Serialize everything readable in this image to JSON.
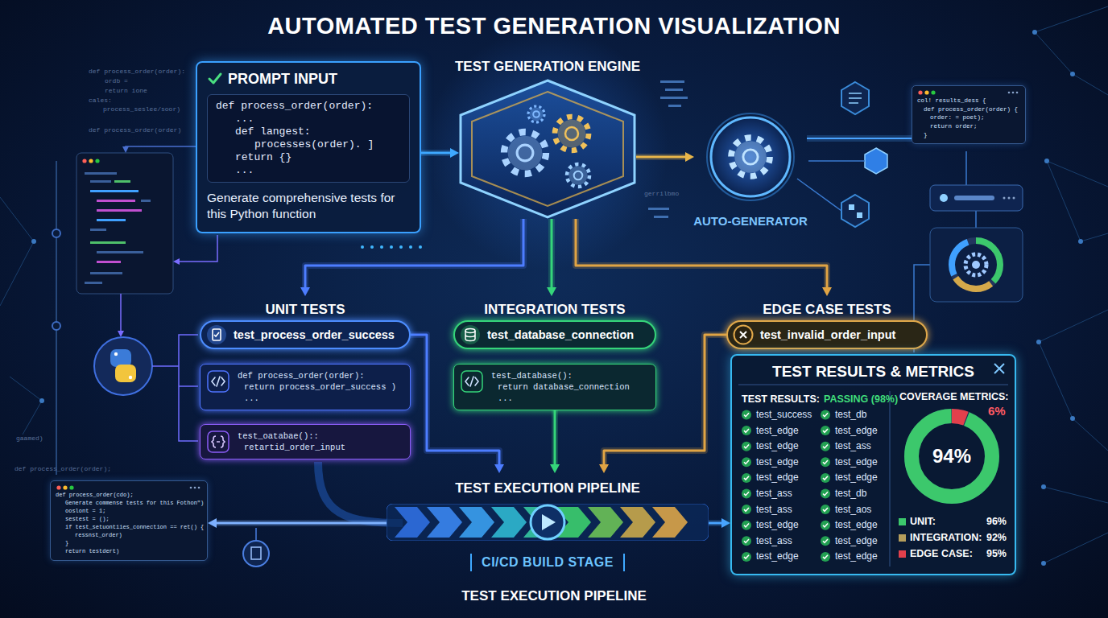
{
  "diagram": {
    "title": "AUTOMATED TEST GENERATION VISUALIZATION",
    "nodes": [
      {
        "text": [
          "PROMPT INPUT",
          "Generate comprehensive tests for this Python function"
        ]
      },
      {
        "text": [
          "def process_order(order):",
          "...",
          "def langest:",
          "processes(order). ]",
          "return {}",
          "..."
        ],
        "in": 0
      },
      {
        "text": [
          "TEST GENERATION ENGINE"
        ]
      },
      {
        "text": [
          "AUTO-GENERATOR"
        ]
      },
      {
        "text": [
          "col! results_dess {",
          "def process_order(order) {",
          "order: = poet);",
          "return order;",
          "}"
        ]
      },
      {
        "text": [
          "UNIT TESTS",
          "test_process_order_success"
        ]
      },
      {
        "text": [
          "def process_order(order):",
          "return process_order_success )",
          "..."
        ]
      },
      {
        "text": [
          "test_oatabae()::",
          "retartid_order_input"
        ]
      },
      {
        "text": [
          "INTEGRATION TESTS",
          "test_database_connection"
        ]
      },
      {
        "text": [
          "test_database():",
          "return database_connection",
          "..."
        ]
      },
      {
        "text": [
          "EDGE CASE TESTS",
          "test_invalid_order_input"
        ]
      },
      {
        "text": [
          "TEST RESULTS & METRICS",
          "TEST RESULTS:",
          "PASSING (98%)",
          "COVERAGE METRICS:",
          "test_success",
          "test_db",
          "test_edge",
          "test_edge",
          "test_edge",
          "test_ass",
          "test_edge",
          "test_edge",
          "test_edge",
          "test_edge",
          "test_ass",
          "test_db",
          "test_ass",
          "test_aos",
          "test_edge",
          "test_edge",
          "test_ass",
          "test_edge",
          "test_edge",
          "test_edge",
          "6%",
          "94%",
          "96%",
          "92%",
          "95%"
        ]
      },
      {
        "text": [
          "TEST EXECUTION PIPELINE",
          "CI/CD BUILD STAGE"
        ]
      },
      {
        "text": [
          "def process_order(cdo);",
          "Generate commense tests for this Fothon\")",
          "ooslont = 1;",
          "sestest = ();",
          "if test_setuontiies_connection == ret() {",
          "ressnst_order)",
          "}",
          "return testdert)"
        ]
      }
    ],
    "edges": [
      {
        "from": 0,
        "to": 2,
        "arrow": "to"
      },
      {
        "from": 2,
        "to": 3,
        "arrow": "to"
      },
      {
        "from": 3,
        "to": 4,
        "arrow": "none"
      },
      {
        "from": 2,
        "to": 5,
        "arrow": "to"
      },
      {
        "from": 2,
        "to": 8,
        "arrow": "to"
      },
      {
        "from": 2,
        "to": 10,
        "arrow": "to"
      },
      {
        "from": 5,
        "to": 12,
        "arrow": "to"
      },
      {
        "from": 9,
        "to": 12,
        "arrow": "to"
      },
      {
        "from": 10,
        "to": 12,
        "arrow": "to"
      },
      {
        "from": 12,
        "to": 11,
        "arrow": "to"
      },
      {
        "from": 12,
        "to": 13,
        "arrow": "to"
      }
    ],
    "labels": [
      "def process_order(order):",
      "ordb =",
      "return ione",
      "cales:",
      "process_seslee/soor)",
      "def process_order(order)",
      "gaamed)",
      "def process_order(order);",
      "gerrilbmo",
      "TEST EXECUTION PIPELINE"
    ],
    "legend": [
      {
        "text": "UNIT:",
        "color": "#3cc86c"
      },
      {
        "text": "INTEGRATION:",
        "color": "#b59e5c"
      },
      {
        "text": "EDGE CASE:",
        "color": "#e2404c"
      }
    ]
  }
}
